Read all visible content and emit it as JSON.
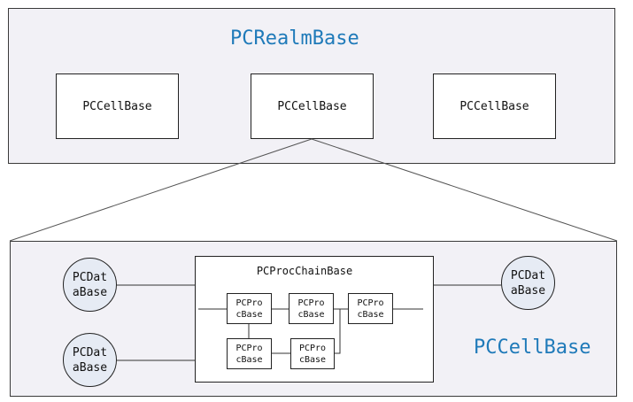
{
  "realm": {
    "title": "PCRealmBase",
    "cells": [
      {
        "label": "PCCellBase"
      },
      {
        "label": "PCCellBase"
      },
      {
        "label": "PCCellBase"
      }
    ]
  },
  "cell_detail": {
    "title": "PCCellBase",
    "databases": [
      {
        "line1": "PCDat",
        "line2": "aBase"
      },
      {
        "line1": "PCDat",
        "line2": "aBase"
      },
      {
        "line1": "PCDat",
        "line2": "aBase"
      }
    ],
    "proc_chain": {
      "title": "PCProcChainBase",
      "procs": [
        {
          "line1": "PCPro",
          "line2": "cBase"
        },
        {
          "line1": "PCPro",
          "line2": "cBase"
        },
        {
          "line1": "PCPro",
          "line2": "cBase"
        },
        {
          "line1": "PCPro",
          "line2": "cBase"
        },
        {
          "line1": "PCPro",
          "line2": "cBase"
        }
      ]
    }
  },
  "colors": {
    "title_blue": "#1f7ab9",
    "panel_fill": "#f2f1f6",
    "database_fill": "#e6ebf4"
  }
}
